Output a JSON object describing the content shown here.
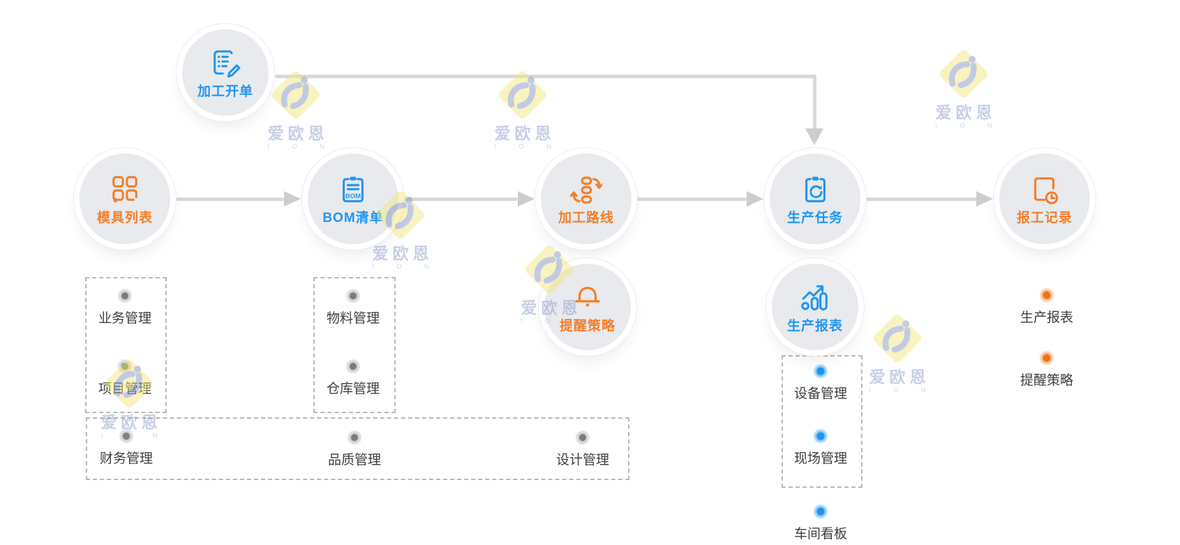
{
  "nodes": {
    "top": {
      "label": "加工开单",
      "icon": "work-order-icon",
      "color": "blue"
    },
    "main": [
      {
        "label": "模具列表",
        "icon": "mold-grid-icon",
        "color": "orange"
      },
      {
        "label": "BOM清单",
        "icon": "bom-clipboard-icon",
        "color": "blue",
        "icon_badge": "BOM"
      },
      {
        "label": "加工路线",
        "icon": "process-route-icon",
        "color": "orange"
      },
      {
        "label": "生产任务",
        "icon": "production-task-icon",
        "color": "blue"
      },
      {
        "label": "报工记录",
        "icon": "work-report-icon",
        "color": "orange"
      }
    ],
    "secondary": [
      {
        "label": "提醒策略",
        "icon": "reminder-bell-icon",
        "color": "orange"
      },
      {
        "label": "生产报表",
        "icon": "production-report-icon",
        "color": "blue"
      }
    ]
  },
  "modules": {
    "business_group": [
      "业务管理",
      "项目管理"
    ],
    "material_group": [
      "物料管理",
      "仓库管理"
    ],
    "bottom_group": [
      "财务管理",
      "品质管理",
      "设计管理"
    ],
    "device_group": [
      "设备管理",
      "现场管理"
    ],
    "workshop_board": "车间看板",
    "right_list": [
      "生产报表",
      "提醒策略"
    ]
  },
  "watermark": {
    "text": "爱欧恩",
    "letters": "I O N"
  },
  "colors": {
    "blue": "#2196F3",
    "orange": "#F57E2A",
    "circle_fill": "#E8EAED",
    "connector": "#D8D8D8",
    "dashed_border": "#B9B9B9",
    "item_text": "#3E3E3E",
    "gray_dot": "#7C7C7C",
    "blue_dot": "#1E96F0",
    "orange_dot": "#EE7220",
    "watermark_yellow": "#F2E87D",
    "watermark_blue": "#8292C6"
  }
}
